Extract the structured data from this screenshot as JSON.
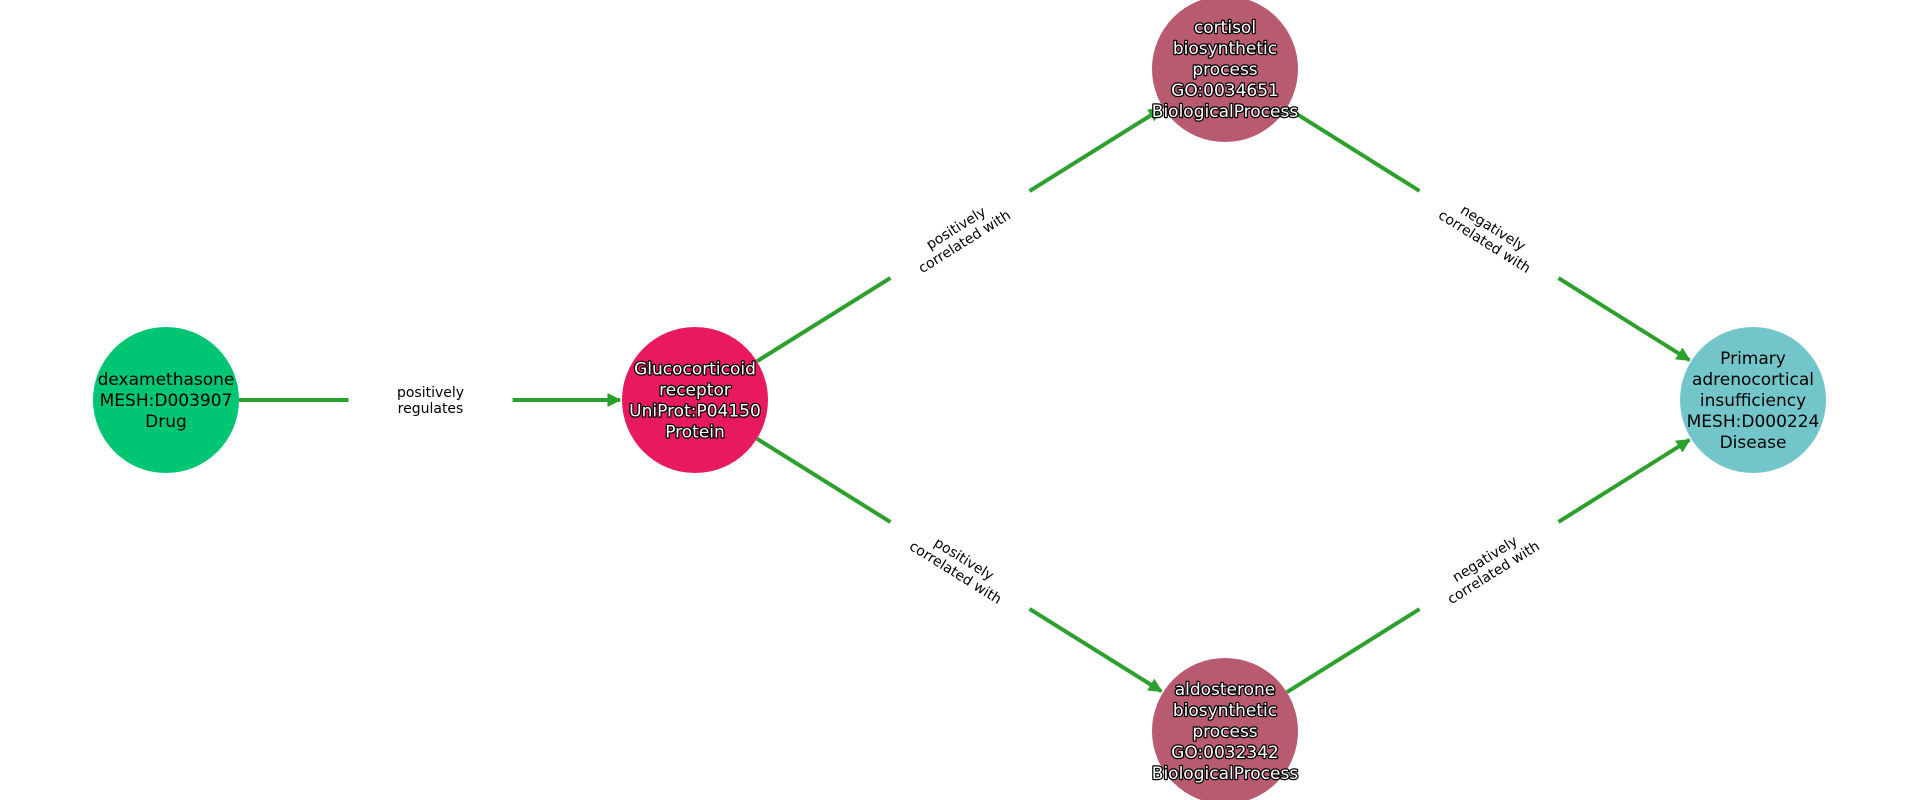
{
  "graph": {
    "edge_color": "#2ca02c",
    "nodes": [
      {
        "id": "dex",
        "lines": [
          "dexamethasone",
          "MESH:D003907",
          "Drug"
        ],
        "color": "#00c573",
        "halo": false
      },
      {
        "id": "gr",
        "lines": [
          "Glucocorticoid",
          "receptor",
          "UniProt:P04150",
          "Protein"
        ],
        "color": "#e8195f",
        "halo": true
      },
      {
        "id": "cort",
        "lines": [
          "cortisol",
          "biosynthetic",
          "process",
          "GO:0034651",
          "BiologicalProcess"
        ],
        "color": "#b85a70",
        "halo": true
      },
      {
        "id": "aldo",
        "lines": [
          "aldosterone",
          "biosynthetic",
          "process",
          "GO:0032342",
          "BiologicalProcess"
        ],
        "color": "#b85a70",
        "halo": true
      },
      {
        "id": "pai",
        "lines": [
          "Primary",
          "adrenocortical",
          "insufficiency",
          "MESH:D000224",
          "Disease"
        ],
        "color": "#72c6ca",
        "halo": false
      }
    ],
    "edges": [
      {
        "source": "dex",
        "target": "gr",
        "lines": [
          "positively",
          "regulates"
        ]
      },
      {
        "source": "gr",
        "target": "cort",
        "lines": [
          "positively",
          "correlated with"
        ]
      },
      {
        "source": "gr",
        "target": "aldo",
        "lines": [
          "positively",
          "correlated with"
        ]
      },
      {
        "source": "cort",
        "target": "pai",
        "lines": [
          "negatively",
          "correlated with"
        ]
      },
      {
        "source": "aldo",
        "target": "pai",
        "lines": [
          "negatively",
          "correlated with"
        ]
      }
    ]
  }
}
